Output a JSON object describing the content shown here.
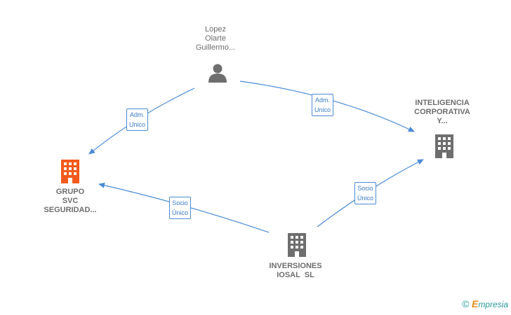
{
  "nodes": {
    "person": {
      "lines": [
        "Lopez",
        "Olarte",
        "Guillermo..."
      ]
    },
    "inteligencia": {
      "lines": [
        "INTELIGENCIA",
        "CORPORATIVA",
        "Y..."
      ]
    },
    "grupo": {
      "lines": [
        "GRUPO",
        "SVC",
        "SEGURIDAD..."
      ]
    },
    "inversiones": {
      "lines": [
        "INVERSIONES",
        "IOSAL  SL"
      ]
    }
  },
  "edges": {
    "adm_left": {
      "lines": [
        "Adm.",
        "Unico"
      ]
    },
    "adm_right": {
      "lines": [
        "Adm.",
        "Unico"
      ]
    },
    "socio_left": {
      "lines": [
        "Socio",
        "Único"
      ]
    },
    "socio_right": {
      "lines": [
        "Socio",
        "Único"
      ]
    }
  },
  "brand": {
    "copyright": "©",
    "e": "E",
    "name": "mpresia"
  },
  "colors": {
    "edge": "#4a8bd6",
    "building_gray": "#6e6e6e",
    "building_orange": "#f25a1d",
    "person": "#6e6e6e"
  }
}
